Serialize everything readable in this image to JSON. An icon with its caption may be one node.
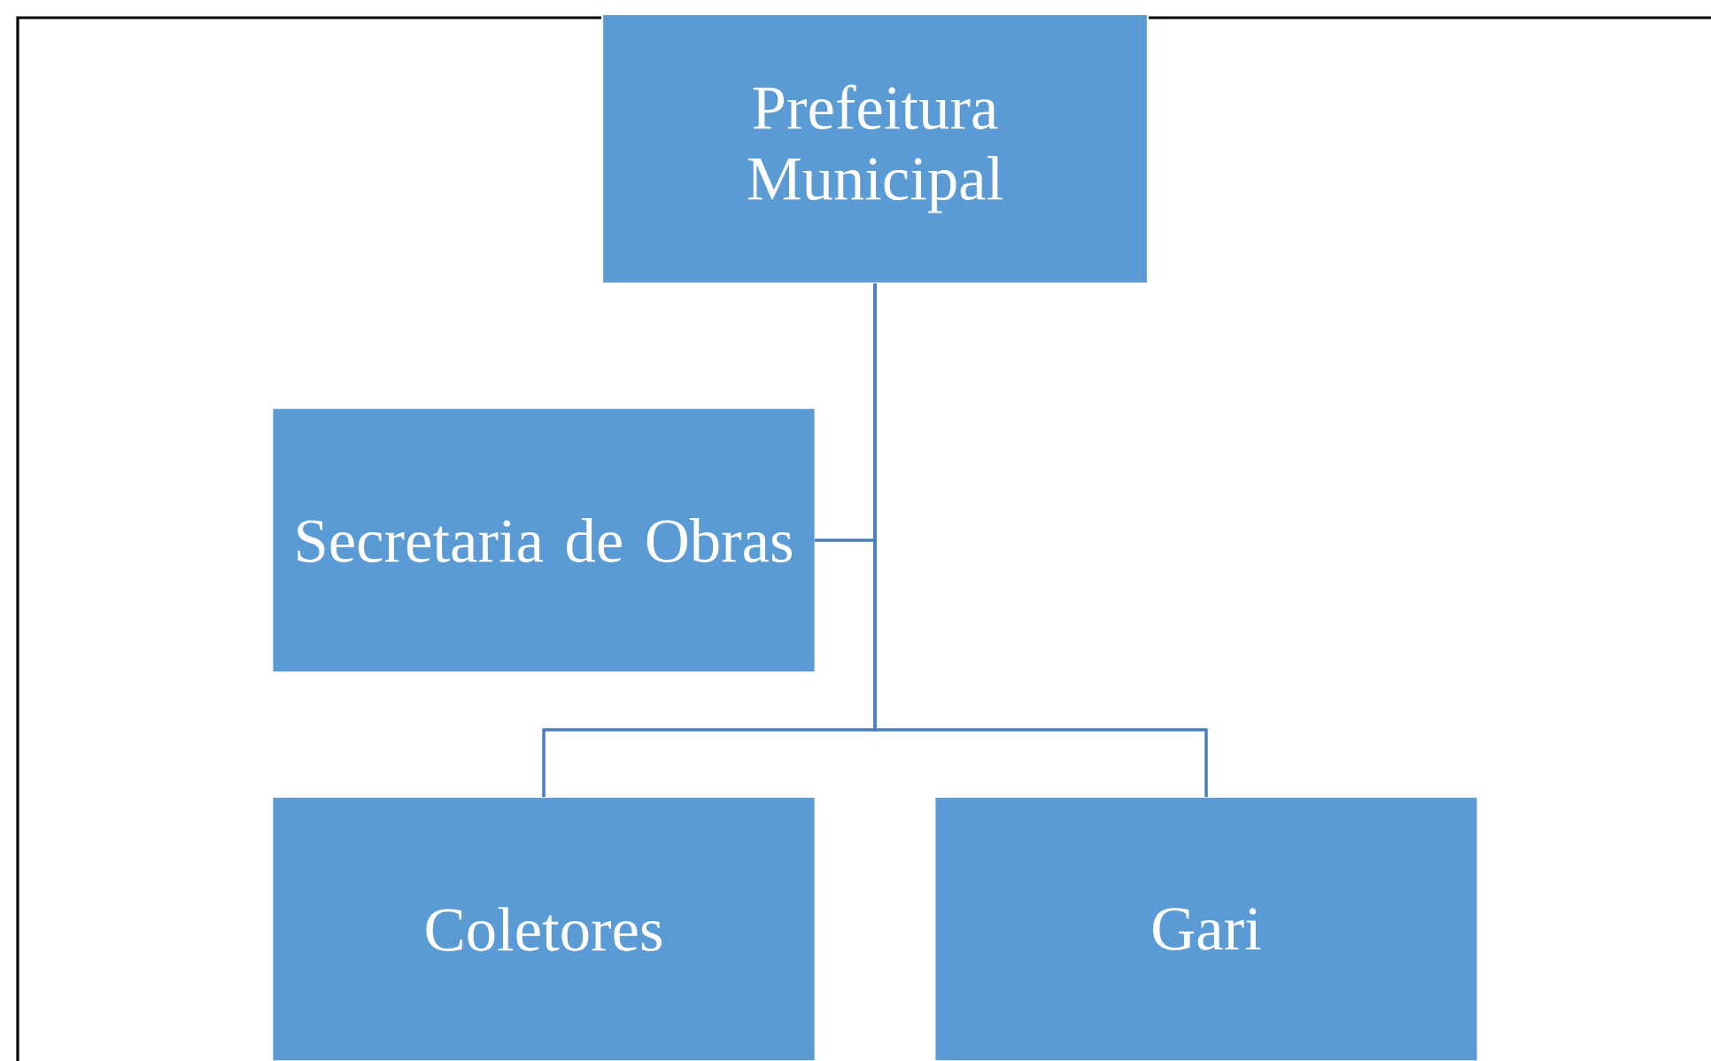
{
  "diagram": {
    "nodes": [
      {
        "text": [
          "Prefeitura Municipal"
        ]
      },
      {
        "text": [
          "Secretaria de Obras"
        ]
      },
      {
        "text": [
          "Coletores"
        ]
      },
      {
        "text": [
          "Gari"
        ]
      }
    ],
    "edges": [
      {
        "from": 0,
        "to": 1,
        "arrow": "none"
      },
      {
        "from": 0,
        "to": 2,
        "arrow": "none"
      },
      {
        "from": 0,
        "to": 3,
        "arrow": "none"
      }
    ]
  }
}
